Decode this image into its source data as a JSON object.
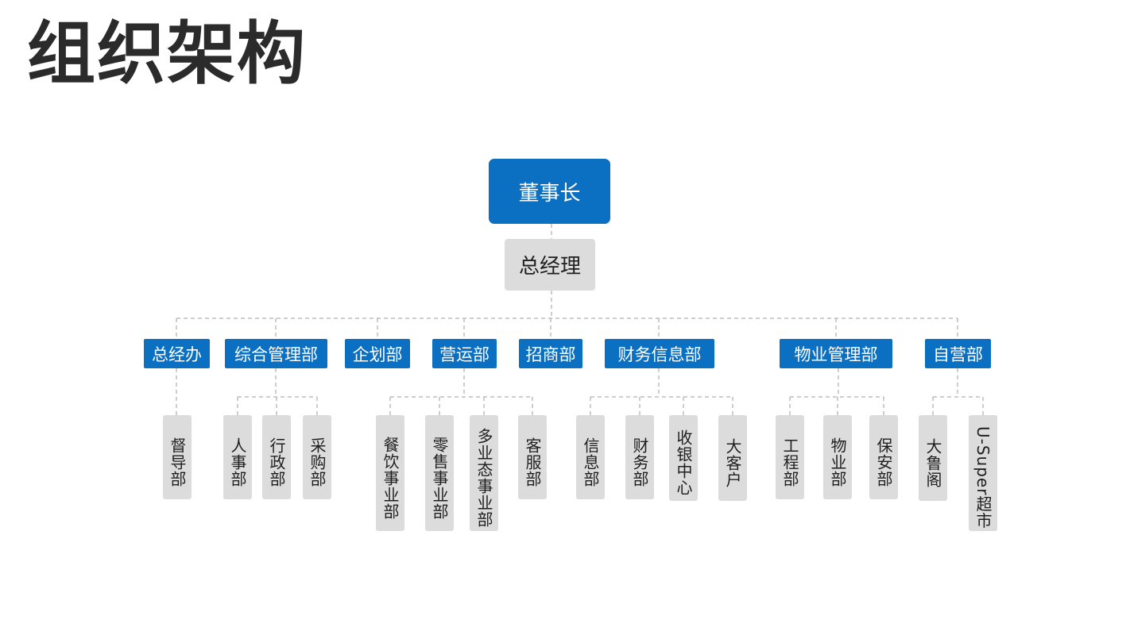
{
  "title": "组织架构",
  "colors": {
    "blue": "#0b6fc2",
    "gray": "#dcdcdc",
    "line": "#bdbdbd"
  },
  "chairman": "董事长",
  "general_manager": "总经理",
  "departments": [
    {
      "name": "总经办",
      "children": [
        "督导部"
      ]
    },
    {
      "name": "综合管理部",
      "children": [
        "人事部",
        "行政部",
        "采购部"
      ]
    },
    {
      "name": "企划部",
      "children": []
    },
    {
      "name": "营运部",
      "children": [
        "餐饮事业部",
        "零售事业部",
        "多业态事业部",
        "客服部"
      ]
    },
    {
      "name": "招商部",
      "children": []
    },
    {
      "name": "财务信息部",
      "children": [
        "信息部",
        "财务部",
        "收银中心",
        "大客户"
      ]
    },
    {
      "name": "物业管理部",
      "children": [
        "工程部",
        "物业部",
        "保安部"
      ]
    },
    {
      "name": "自营部",
      "children": [
        "大鲁阁",
        "U-Super超市"
      ]
    }
  ]
}
